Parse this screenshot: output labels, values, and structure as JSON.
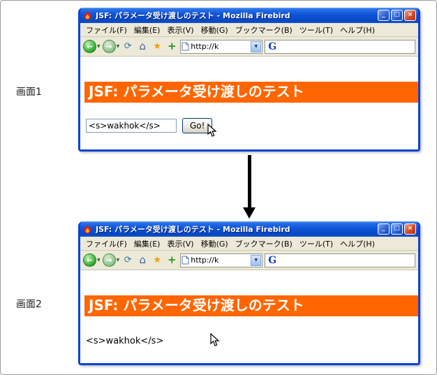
{
  "labels": {
    "screen1": "画面1",
    "screen2": "画面2"
  },
  "window": {
    "title": "JSF: パラメータ受け渡しのテスト - Mozilla Firebird",
    "menu_items": [
      "ファイル(F)",
      "編集(E)",
      "表示(V)",
      "移動(G)",
      "ブックマーク(B)",
      "ツール(T)",
      "ヘルプ(H)"
    ],
    "url_value": "http://k",
    "banner": "JSF: パラメータ受け渡しのテスト"
  },
  "screen1": {
    "input_value": "<s>wakhok</s>",
    "go_label": "Go!"
  },
  "screen2": {
    "output_text": "<s>wakhok</s>"
  },
  "icons": {
    "back": "←",
    "forward": "→",
    "dropdown": "▼",
    "reload": "⟳",
    "home": "⌂",
    "star": "★",
    "plus": "+",
    "minimize": "_",
    "maximize": "□",
    "close": "×",
    "google_g": "G"
  },
  "colors": {
    "banner_bg": "#ff6600",
    "titlebar_blue": "#0d54d8",
    "close_red": "#d85030"
  }
}
